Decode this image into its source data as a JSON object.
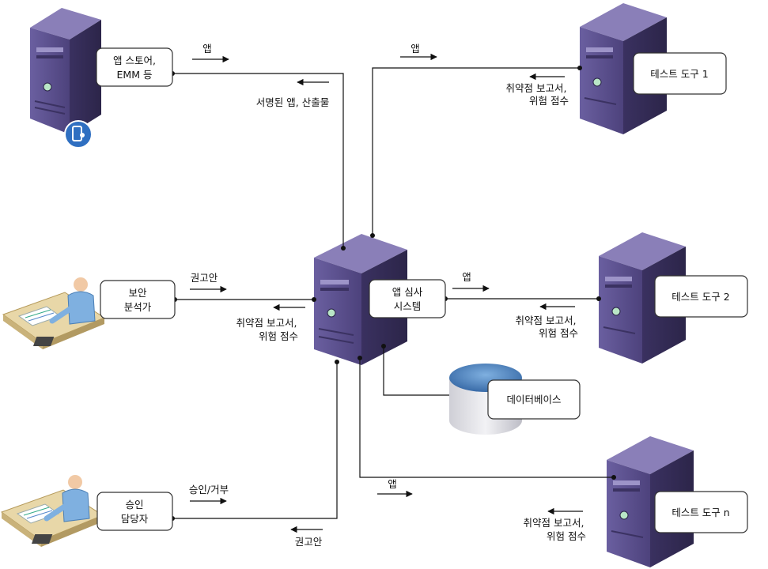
{
  "nodes": {
    "app_store": [
      "앱 스토어,",
      "EMM 등"
    ],
    "security_analyst": [
      "보안",
      "분석가"
    ],
    "approver": [
      "승인",
      "담당자"
    ],
    "vetting_system": [
      "앱 심사",
      "시스템"
    ],
    "database": "데이터베이스",
    "test_tool_1": "테스트 도구 1",
    "test_tool_2": "테스트 도구 2",
    "test_tool_n": "테스트 도구 n"
  },
  "flows": {
    "store_app": "앱",
    "signed_app": "서명된 앱, 산출물",
    "recommendation": "권고안",
    "vuln_report": [
      "취약점 보고서,",
      "위험 점수"
    ],
    "approval": "승인/거부",
    "recommendation_2": "권고안",
    "tool1_app": "앱",
    "tool1_report": [
      "취약점 보고서,",
      "위험 점수"
    ],
    "tool2_app": "앱",
    "tool2_report": [
      "취약점 보고서,",
      "위험 점수"
    ],
    "tooln_app": "앱",
    "tooln_report": [
      "취약점 보고서,",
      "위험 점수"
    ]
  },
  "colors": {
    "server_front": "#5b4f8c",
    "server_side": "#3e3566",
    "server_top": "#8a7fb8",
    "box_stroke": "#333333",
    "line": "#111111",
    "mobile_badge": "#2f6fc1",
    "db_top": "#4f88c4",
    "db_body": "#d9d9de"
  }
}
